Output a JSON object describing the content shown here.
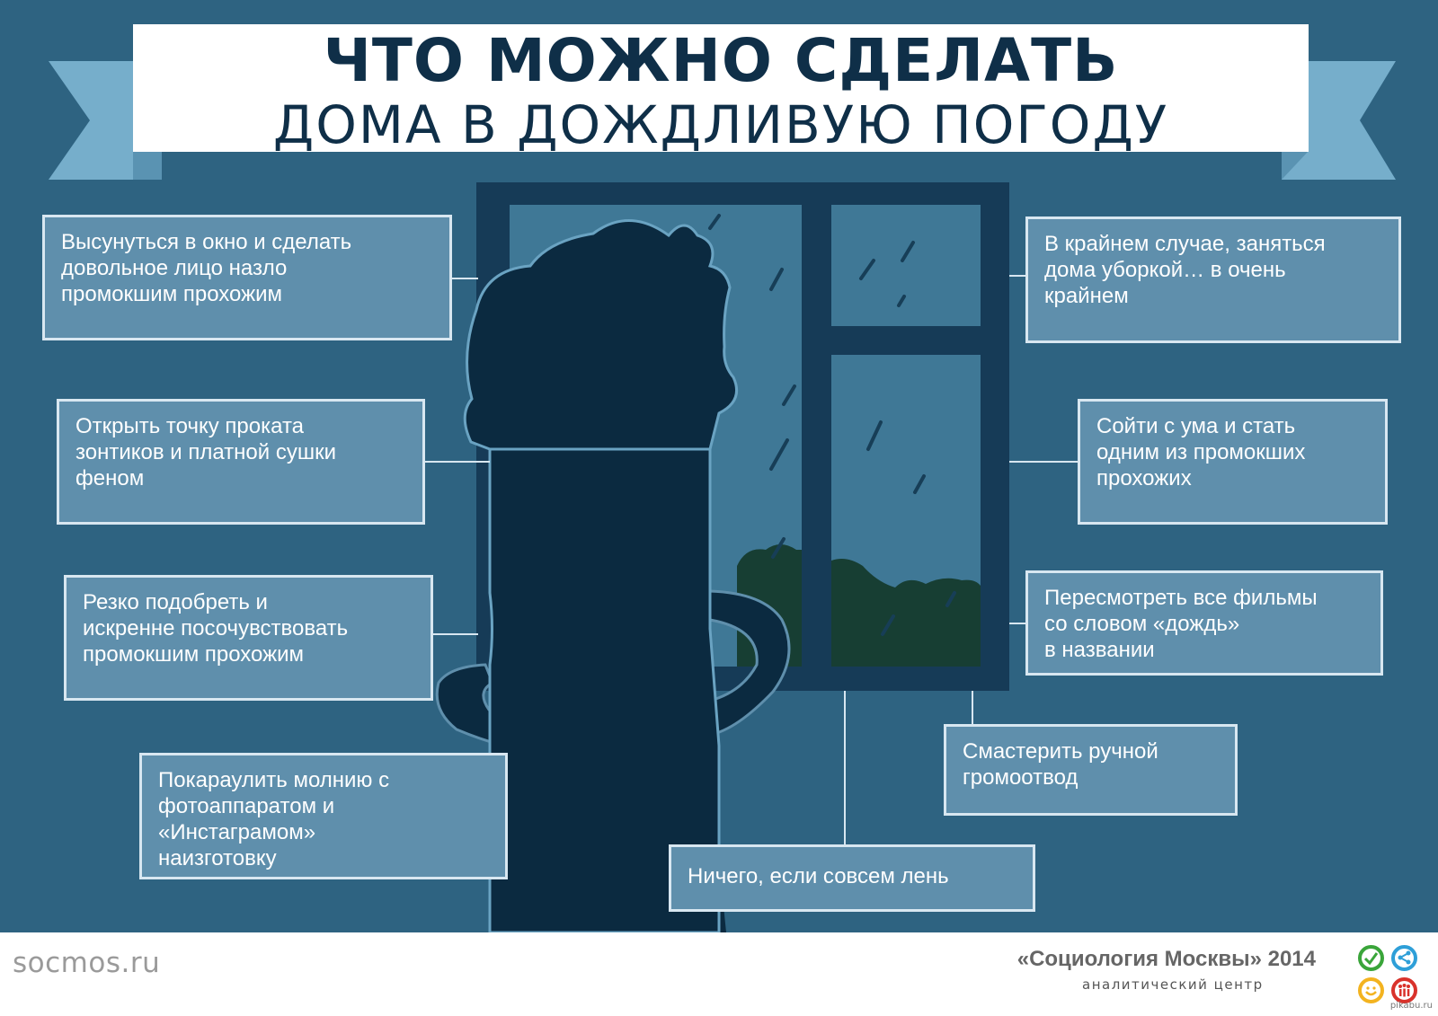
{
  "title": {
    "line1": "ЧТО МОЖНО СДЕЛАТЬ",
    "line2": "ДОМА В ДОЖДЛИВУЮ ПОГОДУ"
  },
  "tips": [
    "Высунуться в окно и сделать\nдовольное лицо назло\nпромокшим прохожим",
    "Открыть точку проката\nзонтиков и платной сушки\nфеном",
    "Резко подобреть и\nискренне посочувствовать\nпромокшим прохожим",
    "Покараулить молнию с\nфотоаппаратом и\n«Инстаграмом»\nнаизготовку",
    "В крайнем случае, заняться\nдома уборкой… в очень\nкрайнем",
    "Сойти с ума и стать\nодним из промокших\nпрохожих",
    "Пересмотреть все фильмы\nсо словом «дождь»\nв названии",
    "Смастерить ручной\nгромоотвод",
    "Ничего, если совсем лень"
  ],
  "footer": {
    "site": "socmos.ru",
    "org_name": "«Социология Москвы» 2014",
    "org_subtitle": "аналитический центр",
    "watermark": "pikabu.ru"
  },
  "colors": {
    "background": "#2e6381",
    "box_fill": "#5f8fac",
    "box_border": "#d8e7f1",
    "ribbon": "#76aecb",
    "silhouette": "#0b2a40",
    "title_text": "#0f2f48",
    "logo_green": "#3aa53a",
    "logo_blue": "#2e9fd8",
    "logo_yellow": "#f3b320",
    "logo_red": "#d9322b"
  },
  "icons": [
    "check-logo-icon",
    "share-logo-icon",
    "smile-logo-icon",
    "people-logo-icon"
  ]
}
